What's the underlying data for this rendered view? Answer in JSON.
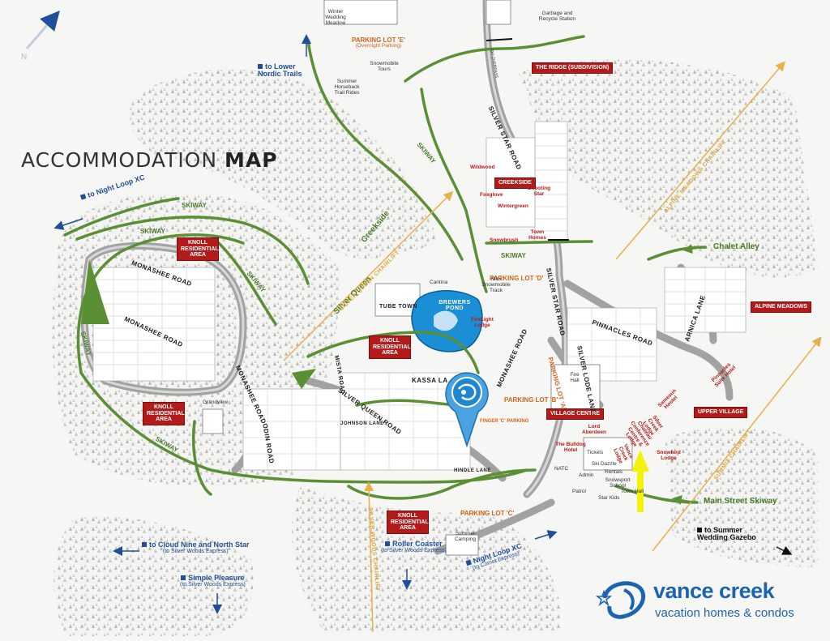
{
  "title": {
    "part1": "ACCOMMODATION ",
    "part2": "MAP"
  },
  "compass": "N",
  "red_boxes": {
    "parking_e_title": "PARKING LOT 'E'",
    "the_ridge": "THE RIDGE (SUBDIVISION)",
    "knoll1": "KNOLL RESIDENTIAL AREA",
    "knoll2": "KNOLL RESIDENTIAL AREA",
    "knoll3": "KNOLL RESIDENTIAL AREA",
    "knoll4": "KNOLL RESIDENTIAL AREA",
    "creekside": "CREEKSIDE",
    "alpine_meadows": "ALPINE MEADOWS",
    "village_centre": "VILLAGE CENTRE",
    "upper_village": "UPPER VILLAGE"
  },
  "roads": {
    "monashee_road_1": "MONASHEE ROAD",
    "monashee_road_2": "MONASHEE ROAD",
    "monashee_road_3": "MONASHEE ROAD",
    "monashee_road_4": "MONASHEE ROAD",
    "silver_star_road_1": "SILVER STAR ROAD",
    "silver_star_road_2": "SILVER STAR ROAD",
    "silver_queen_road": "SILVER QUEEN ROAD",
    "silver_lode_lane": "SILVER LODE LANE",
    "pinnacles_road": "PINNACLES ROAD",
    "arnica_lane": "ARNICA LANE",
    "kassa_lane": "KASSA LA",
    "odin_road": "ODIN ROAD",
    "mista_road": "MISTA ROAD",
    "hindle_lane": "HINDLE LANE",
    "johnson_lane": "JOHNSON LANE",
    "tube_town": "TUBE TOWN",
    "brewers_pond": "BREWERS POND"
  },
  "skiways": [
    "SKIWAY",
    "SKIWAY",
    "SKIWAY",
    "SKIWAY",
    "SKIWAY",
    "SKIWAY",
    "SKIWAY"
  ],
  "green_labels": {
    "creekside": "Creekside",
    "silver_queen": "Silver Queen",
    "chalet_alley": "Chalet Alley",
    "main_street_skiway": "Main Street Skiway"
  },
  "orange_labels": {
    "parking_e": "PARKING LOT 'E'",
    "parking_e_note": "(Overnight Parking)",
    "parking_d": "PARKING LOT 'D'",
    "parking_b": "PARKING LOT 'B'",
    "parking_c": "PARKING LOT 'C'",
    "parking_a": "PARKING LOT 'A'",
    "finger_c": "FINGER 'C' PARKING"
  },
  "chairlifts": {
    "alpine_meadows": "ALPINE MEADOWS CHAIRLIFT",
    "silver_queen": "SILVER QUEEN CHAIRLIFT",
    "silver_woods": "SILVER WOODS CHAIRLIFT",
    "summit": "SUMMIT CHAIRLIFT"
  },
  "blue_links": {
    "lower_nordic": "to Lower Nordic Trails",
    "night_loop_west": "to Night Loop XC",
    "cloud_nine": "to Cloud Nine and North Star",
    "cloud_nine_sub": "(to Silver Woods Express)",
    "simple_pleasure": "Simple Pleasure",
    "simple_pleasure_sub": "(to Silver Woods Express)",
    "roller_coaster": "Roller Coaster",
    "roller_coaster_sub": "(to Silver Woods Express)",
    "night_loop_xc": "Night Loop XC",
    "night_loop_xc_sub": "(to Comet Express)"
  },
  "black_links": {
    "summer_gazebo": "to Summer Wedding Gazebo"
  },
  "places": {
    "winter_wedding": "Winter Wedding Meadow",
    "garbage": "Garbage and Recycle Station",
    "snowmobile_tours": "Snowmobile Tours",
    "summer_horseback": "Summer Horseback Trail Rides",
    "ski_overpass": "SKI OVERPASS",
    "cantina": "Cantina",
    "mini_snowmobile": "Mini Snowmobile Track",
    "summer_camping": "Summer Camping",
    "fire_hall": "Fire Hall",
    "tickets": "Tickets",
    "ski_dazzle": "Ski Dazzle",
    "admin": "Admin",
    "rentals": "Rentals",
    "snowsport_school": "Snowsport School",
    "town_hall": "Town Hall",
    "patrol": "Patrol",
    "star_kids": "Star Kids",
    "natc": "NATC",
    "grandview": "Grandview"
  },
  "lodges": {
    "wildwood": "Wildwood",
    "foxglove": "Foxglove",
    "shooting_star": "Shooting Star",
    "wintergreen": "Wintergreen",
    "snowbrush": "Snowbrush",
    "town_homes": "Town Homes",
    "firelight": "FireLight Lodge",
    "lord_aberdeen": "Lord Aberdeen",
    "bulldog": "The Bulldog Hotel",
    "vance_creek_lodge": "Vance Creek Lodge",
    "silver_creek": "Silver Creek Lodge",
    "chateau": "Chateau Conference Centre & Lodge",
    "samesun": "Samesun Hostel",
    "snowbird": "Snowbird Lodge",
    "pinnacles_suite": "Pinnacles Suite Hotel"
  },
  "logo": {
    "brand": "vance creek",
    "sub": "vacation homes & condos"
  },
  "colors": {
    "skiway_green": "#5a8f34",
    "lot_red": "#b31b1b",
    "chairlift_orange": "#e8b04a",
    "link_blue": "#1f4f9a",
    "pond_blue": "#1b8fd6",
    "highlight_yellow": "#f2f20a",
    "road_gray": "#9a9a9a"
  }
}
